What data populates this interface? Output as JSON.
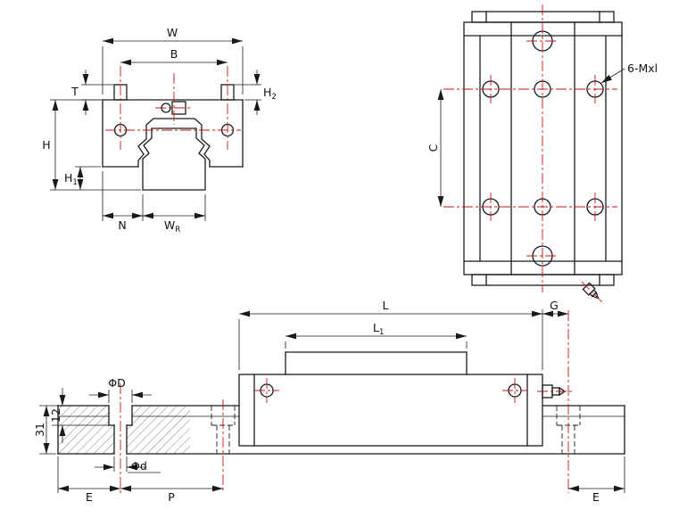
{
  "colors": {
    "outline": "#1a1a1a",
    "centerline": "#c21414",
    "background": "#ffffff"
  },
  "labels": {
    "front": {
      "W": "W",
      "B": "B",
      "T": "T",
      "H": "H",
      "H1_main": "H",
      "H1_sub": "1",
      "H2_main": "H",
      "H2_sub": "2",
      "N": "N",
      "WR_main": "W",
      "WR_sub": "R"
    },
    "top": {
      "C": "C",
      "thread_callout": "6-Mxl"
    },
    "side": {
      "L": "L",
      "L1_main": "L",
      "L1_sub": "1",
      "G": "G",
      "phiD": "ΦD",
      "phid": "Φd",
      "E_left": "E",
      "P": "P",
      "E_right": "E",
      "counterbore_depth": "12",
      "rail_height": "31"
    }
  }
}
